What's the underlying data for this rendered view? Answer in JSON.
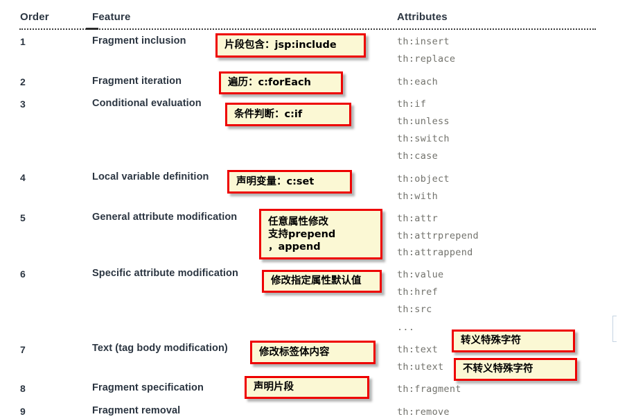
{
  "table": {
    "headers": {
      "order": "Order",
      "feature": "Feature",
      "attributes": "Attributes"
    },
    "rows": [
      {
        "order": "1",
        "feature": "Fragment inclusion",
        "attributes": [
          "th:insert",
          "th:replace"
        ]
      },
      {
        "order": "2",
        "feature": "Fragment iteration",
        "attributes": [
          "th:each"
        ]
      },
      {
        "order": "3",
        "feature": "Conditional evaluation",
        "attributes": [
          "th:if",
          "th:unless",
          "th:switch",
          "th:case"
        ]
      },
      {
        "order": "4",
        "feature": "Local variable definition",
        "attributes": [
          "th:object",
          "th:with"
        ]
      },
      {
        "order": "5",
        "feature": "General attribute modification",
        "attributes": [
          "th:attr",
          "th:attrprepend",
          "th:attrappend"
        ]
      },
      {
        "order": "6",
        "feature": "Specific attribute modification",
        "attributes": [
          "th:value",
          "th:href",
          "th:src",
          "..."
        ]
      },
      {
        "order": "7",
        "feature": "Text (tag body modification)",
        "attributes": [
          "th:text",
          "th:utext"
        ]
      },
      {
        "order": "8",
        "feature": "Fragment specification",
        "attributes": [
          "th:fragment"
        ]
      },
      {
        "order": "9",
        "feature": "Fragment removal",
        "attributes": [
          "th:remove"
        ]
      }
    ]
  },
  "annotations": [
    {
      "id": "note-fragment-inclusion",
      "text": "片段包含：jsp:include"
    },
    {
      "id": "note-fragment-iteration",
      "text": "遍历：c:forEach"
    },
    {
      "id": "note-conditional",
      "text": "条件判断：c:if"
    },
    {
      "id": "note-local-variable",
      "text": "声明变量：c:set"
    },
    {
      "id": "note-general-attribute",
      "text": "任意属性修改\n支持prepend\n，append"
    },
    {
      "id": "note-specific-attribute",
      "text": "修改指定属性默认值"
    },
    {
      "id": "note-text-body",
      "text": "修改标签体内容"
    },
    {
      "id": "note-escaped",
      "text": "转义特殊字符"
    },
    {
      "id": "note-unescaped",
      "text": "不转义特殊字符"
    },
    {
      "id": "note-fragment-spec",
      "text": "声明片段"
    }
  ],
  "colors": {
    "note_fill": "#fbf8d4",
    "note_border": "#ee0000",
    "header_text": "#2b3541",
    "attribute_text": "#72726c",
    "page_background": "#ffffff"
  }
}
